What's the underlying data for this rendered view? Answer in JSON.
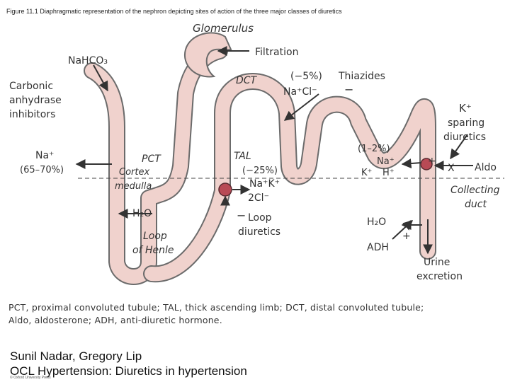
{
  "figure_caption": "Figure 11.1 Diaphragmatic representation of the nephron depicting sites of action of the three major classes of diuretics",
  "labels": {
    "glomerulus": "Glomerulus",
    "filtration": "Filtration",
    "nahco3": "NaHCO₃",
    "carbonic_1": "Carbonic",
    "carbonic_2": "anhydrase",
    "carbonic_3": "inhibitors",
    "dct": "DCT",
    "thiazide_pct": "(−5%)",
    "thiazides": "Thiazides",
    "nacl": "Na⁺Cl⁻",
    "minus_thiazide": "−",
    "k_sparing_1": "K⁺",
    "k_sparing_2": "sparing",
    "k_sparing_3": "diuretics",
    "na_pct_1": "Na⁺",
    "na_pct_2": "(65–70%)",
    "pct": "PCT",
    "cortex": "Cortex",
    "medulla": "medulla",
    "tal": "TAL",
    "tal_pct": "(−25%)",
    "nak": "Na⁺K⁺",
    "twocl": "2Cl⁻",
    "cd_pct": "(1–2%)",
    "cd_na": "Na⁺",
    "cd_k": "K⁺",
    "cd_h": "H⁺",
    "plus_cd": "+",
    "x_mark": "X",
    "aldo": "Aldo",
    "collecting_1": "Collecting",
    "collecting_2": "duct",
    "h2o_left": "H₂O",
    "loop_minus": "−",
    "loop_diuretics_1": "Loop",
    "loop_diuretics_2": "diuretics",
    "loop_henle_1": "Loop",
    "loop_henle_2": "of Henle",
    "h2o_right": "H₂O",
    "plus_adh": "+",
    "adh": "ADH",
    "urine_1": "Urine",
    "urine_2": "excretion"
  },
  "legend_line_1": "PCT, proximal convoluted tubule; TAL, thick ascending limb; DCT, distal convoluted tubule;",
  "legend_line_2": "Aldo, aldosterone; ADH, anti-diuretic hormone.",
  "credit_line_1": "Sunil Nadar, Gregory Lip",
  "credit_line_2": "OCL Hypertension: Diuretics in hypertension",
  "copyright": "© Oxford University Press",
  "colors": {
    "tubule_fill": "#f0d2cd",
    "tubule_stroke": "#6b6b6b",
    "pump_fill": "#b84a55",
    "ink": "#333333"
  }
}
